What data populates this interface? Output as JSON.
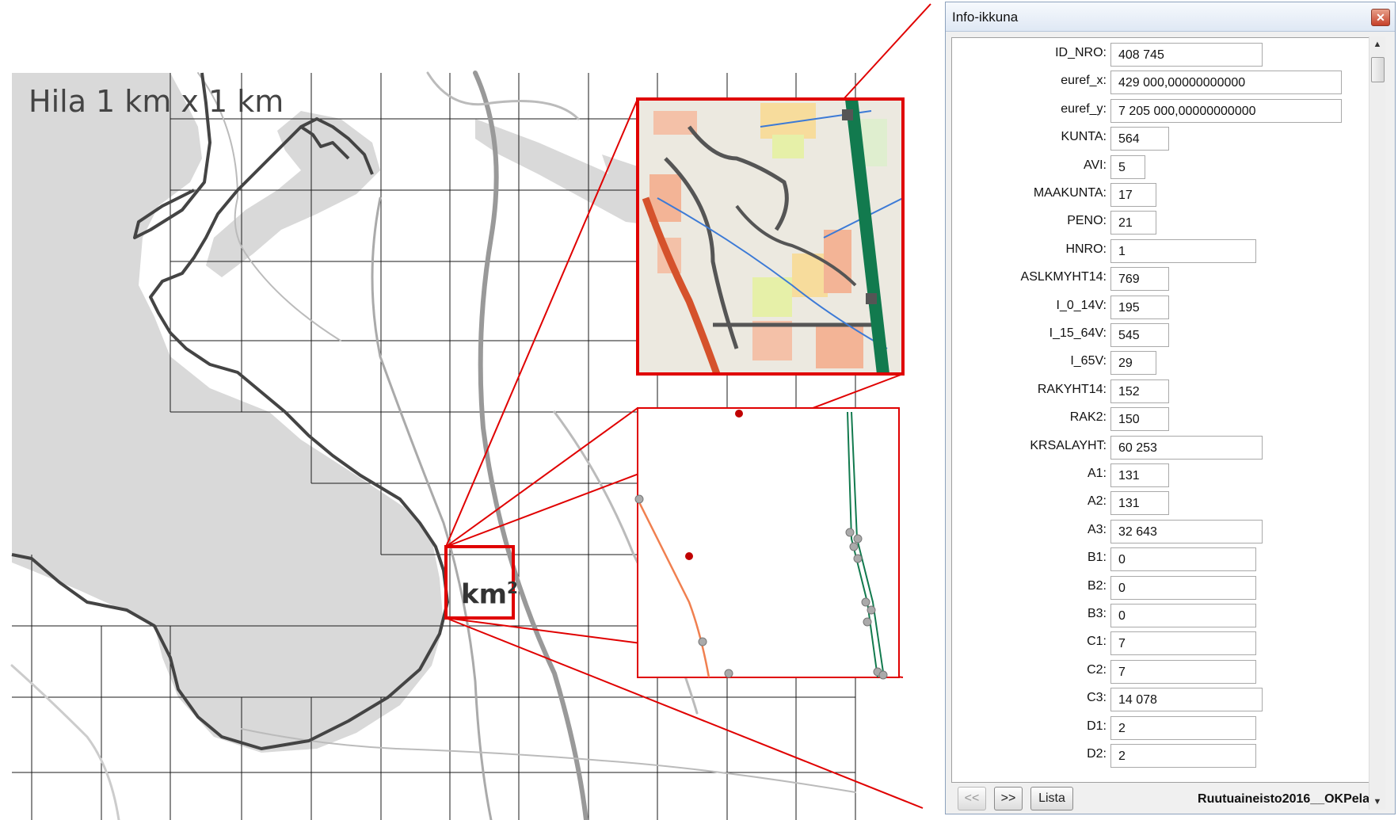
{
  "map": {
    "title": "Hila 1 km x 1 km",
    "km_label": "km",
    "km_superscript": "2",
    "colors": {
      "land": "#d9d9d9",
      "grid": "#1a1a1a",
      "highlight": "#e00000",
      "rail": "#127a4e",
      "road": "#e0502a"
    }
  },
  "info_window": {
    "title": "Info-ikkuna",
    "close_icon": "close-icon",
    "fields": [
      {
        "label": "ID_NRO:",
        "value": "408 745"
      },
      {
        "label": "euref_x:",
        "value": "429 000,00000000000"
      },
      {
        "label": "euref_y:",
        "value": "7 205 000,00000000000"
      },
      {
        "label": "KUNTA:",
        "value": "564"
      },
      {
        "label": "AVI:",
        "value": "5"
      },
      {
        "label": "MAAKUNTA:",
        "value": "17"
      },
      {
        "label": "PENO:",
        "value": "21"
      },
      {
        "label": "HNRO:",
        "value": "1"
      },
      {
        "label": "ASLKMYHT14:",
        "value": "769"
      },
      {
        "label": "I_0_14V:",
        "value": "195"
      },
      {
        "label": "I_15_64V:",
        "value": "545"
      },
      {
        "label": "I_65V:",
        "value": "29"
      },
      {
        "label": "RAKYHT14:",
        "value": "152"
      },
      {
        "label": "RAK2:",
        "value": "150"
      },
      {
        "label": "KRSALAYHT:",
        "value": "60 253"
      },
      {
        "label": "A1:",
        "value": "131"
      },
      {
        "label": "A2:",
        "value": "131"
      },
      {
        "label": "A3:",
        "value": "32 643"
      },
      {
        "label": "B1:",
        "value": "0"
      },
      {
        "label": "B2:",
        "value": "0"
      },
      {
        "label": "B3:",
        "value": "0"
      },
      {
        "label": "C1:",
        "value": "7"
      },
      {
        "label": "C2:",
        "value": "7"
      },
      {
        "label": "C3:",
        "value": "14 078"
      },
      {
        "label": "D1:",
        "value": "2"
      },
      {
        "label": "D2:",
        "value": "2"
      }
    ],
    "nav": {
      "prev_label": "<<",
      "next_label": ">>",
      "list_label": "Lista"
    },
    "dataset_name": "Ruutuaineisto2016__OKPela"
  }
}
